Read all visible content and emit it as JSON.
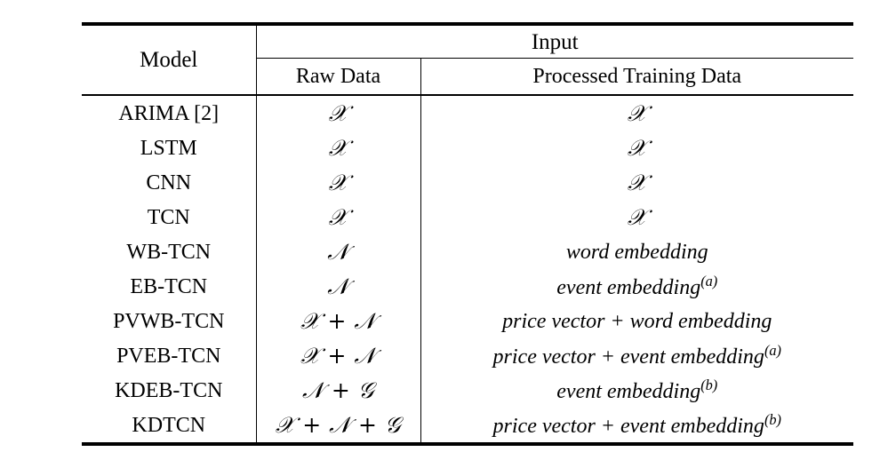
{
  "table": {
    "headers": {
      "model": "Model",
      "input_group": "Input",
      "raw_data": "Raw Data",
      "processed_training_data": "Processed Training Data"
    },
    "rows": [
      {
        "model": "ARIMA [2]",
        "raw_data": "𝒳",
        "processed": "𝒳",
        "processed_sup": ""
      },
      {
        "model": "LSTM",
        "raw_data": "𝒳",
        "processed": "𝒳",
        "processed_sup": ""
      },
      {
        "model": "CNN",
        "raw_data": "𝒳",
        "processed": "𝒳",
        "processed_sup": ""
      },
      {
        "model": "TCN",
        "raw_data": "𝒳",
        "processed": "𝒳",
        "processed_sup": ""
      },
      {
        "model": "WB-TCN",
        "raw_data": "𝒩",
        "processed": "word embedding",
        "processed_sup": ""
      },
      {
        "model": "EB-TCN",
        "raw_data": "𝒩",
        "processed": "event embedding",
        "processed_sup": "(a)"
      },
      {
        "model": "PVWB-TCN",
        "raw_data": "𝒳 + 𝒩",
        "processed": "price vector + word embedding",
        "processed_sup": ""
      },
      {
        "model": "PVEB-TCN",
        "raw_data": "𝒳 + 𝒩",
        "processed": "price vector + event embedding",
        "processed_sup": "(a)"
      },
      {
        "model": "KDEB-TCN",
        "raw_data": "𝒩 + 𝒢",
        "processed": "event embedding",
        "processed_sup": "(b)"
      },
      {
        "model": "KDTCN",
        "raw_data": "𝒳 + 𝒩 + 𝒢",
        "processed": "price vector + event embedding",
        "processed_sup": "(b)"
      }
    ]
  },
  "colors": {
    "rule": "#000000",
    "background": "#ffffff",
    "text": "#000000"
  }
}
